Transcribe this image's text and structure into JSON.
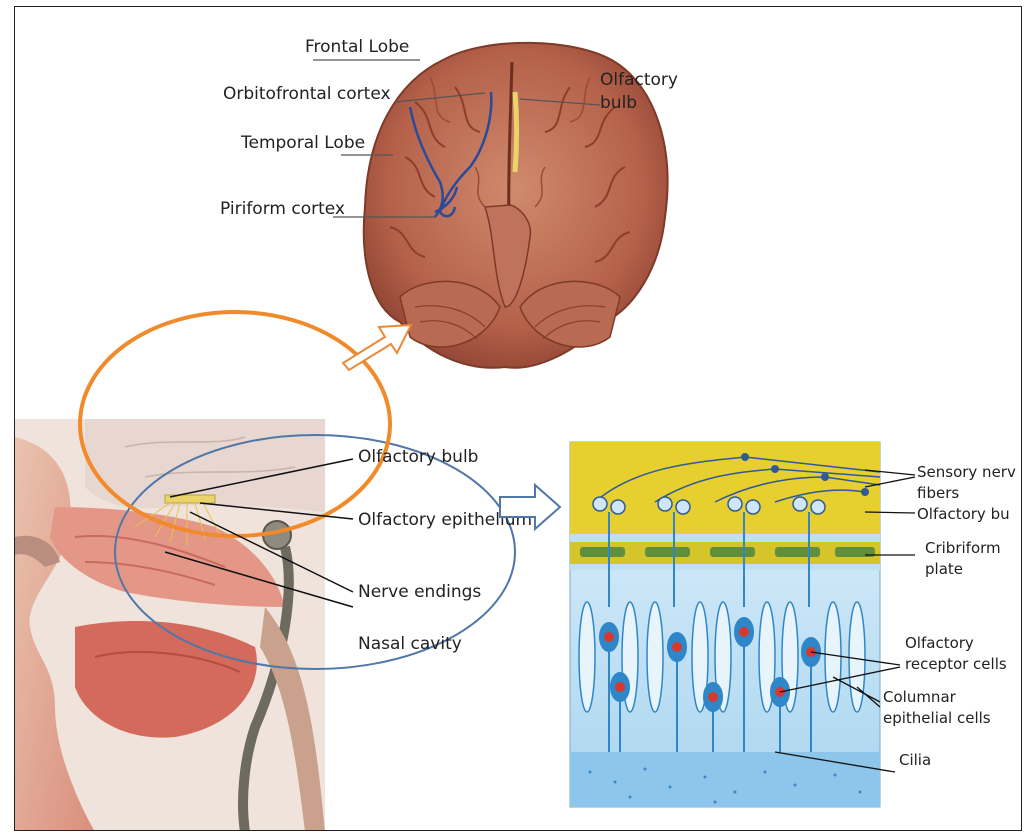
{
  "brain_labels": {
    "frontal_lobe": "Frontal Lobe",
    "orbitofrontal_cortex": "Orbitofrontal cortex",
    "temporal_lobe": "Temporal Lobe",
    "piriform_cortex": "Piriform cortex",
    "olfactory_bulb_line1": "Olfactory",
    "olfactory_bulb_line2": "bulb"
  },
  "head_labels": {
    "olfactory_bulb": "Olfactory bulb",
    "olfactory_epithelium": "Olfactory epithelium",
    "nerve_endings": "Nerve endings",
    "nasal_cavity": "Nasal cavity"
  },
  "epithelium_labels": {
    "sensory_nerve_line1": "Sensory nerv",
    "sensory_nerve_line2": "fibers",
    "olfactory_bulb": "Olfactory bu",
    "cribriform_line1": "Cribriform",
    "cribriform_line2": "plate",
    "receptor_line1": "Olfactory",
    "receptor_line2": "receptor cells",
    "columnar_line1": "Columnar",
    "columnar_line2": "epithelial cells",
    "cilia": "Cilia"
  },
  "colors": {
    "brain": "#b5614a",
    "brain_dark": "#7e3a28",
    "pathway": "#2c4a9a",
    "bulb_yellow": "#e9d36a",
    "highlight_ellipse": "#f08a2a",
    "zoom_ellipse": "#4f77a8",
    "arrow": "#e98a3a",
    "epithelium_blue": "#2f86c9",
    "epithelium_yellow": "#e6cf2f",
    "receptor_red": "#d63a2e"
  }
}
